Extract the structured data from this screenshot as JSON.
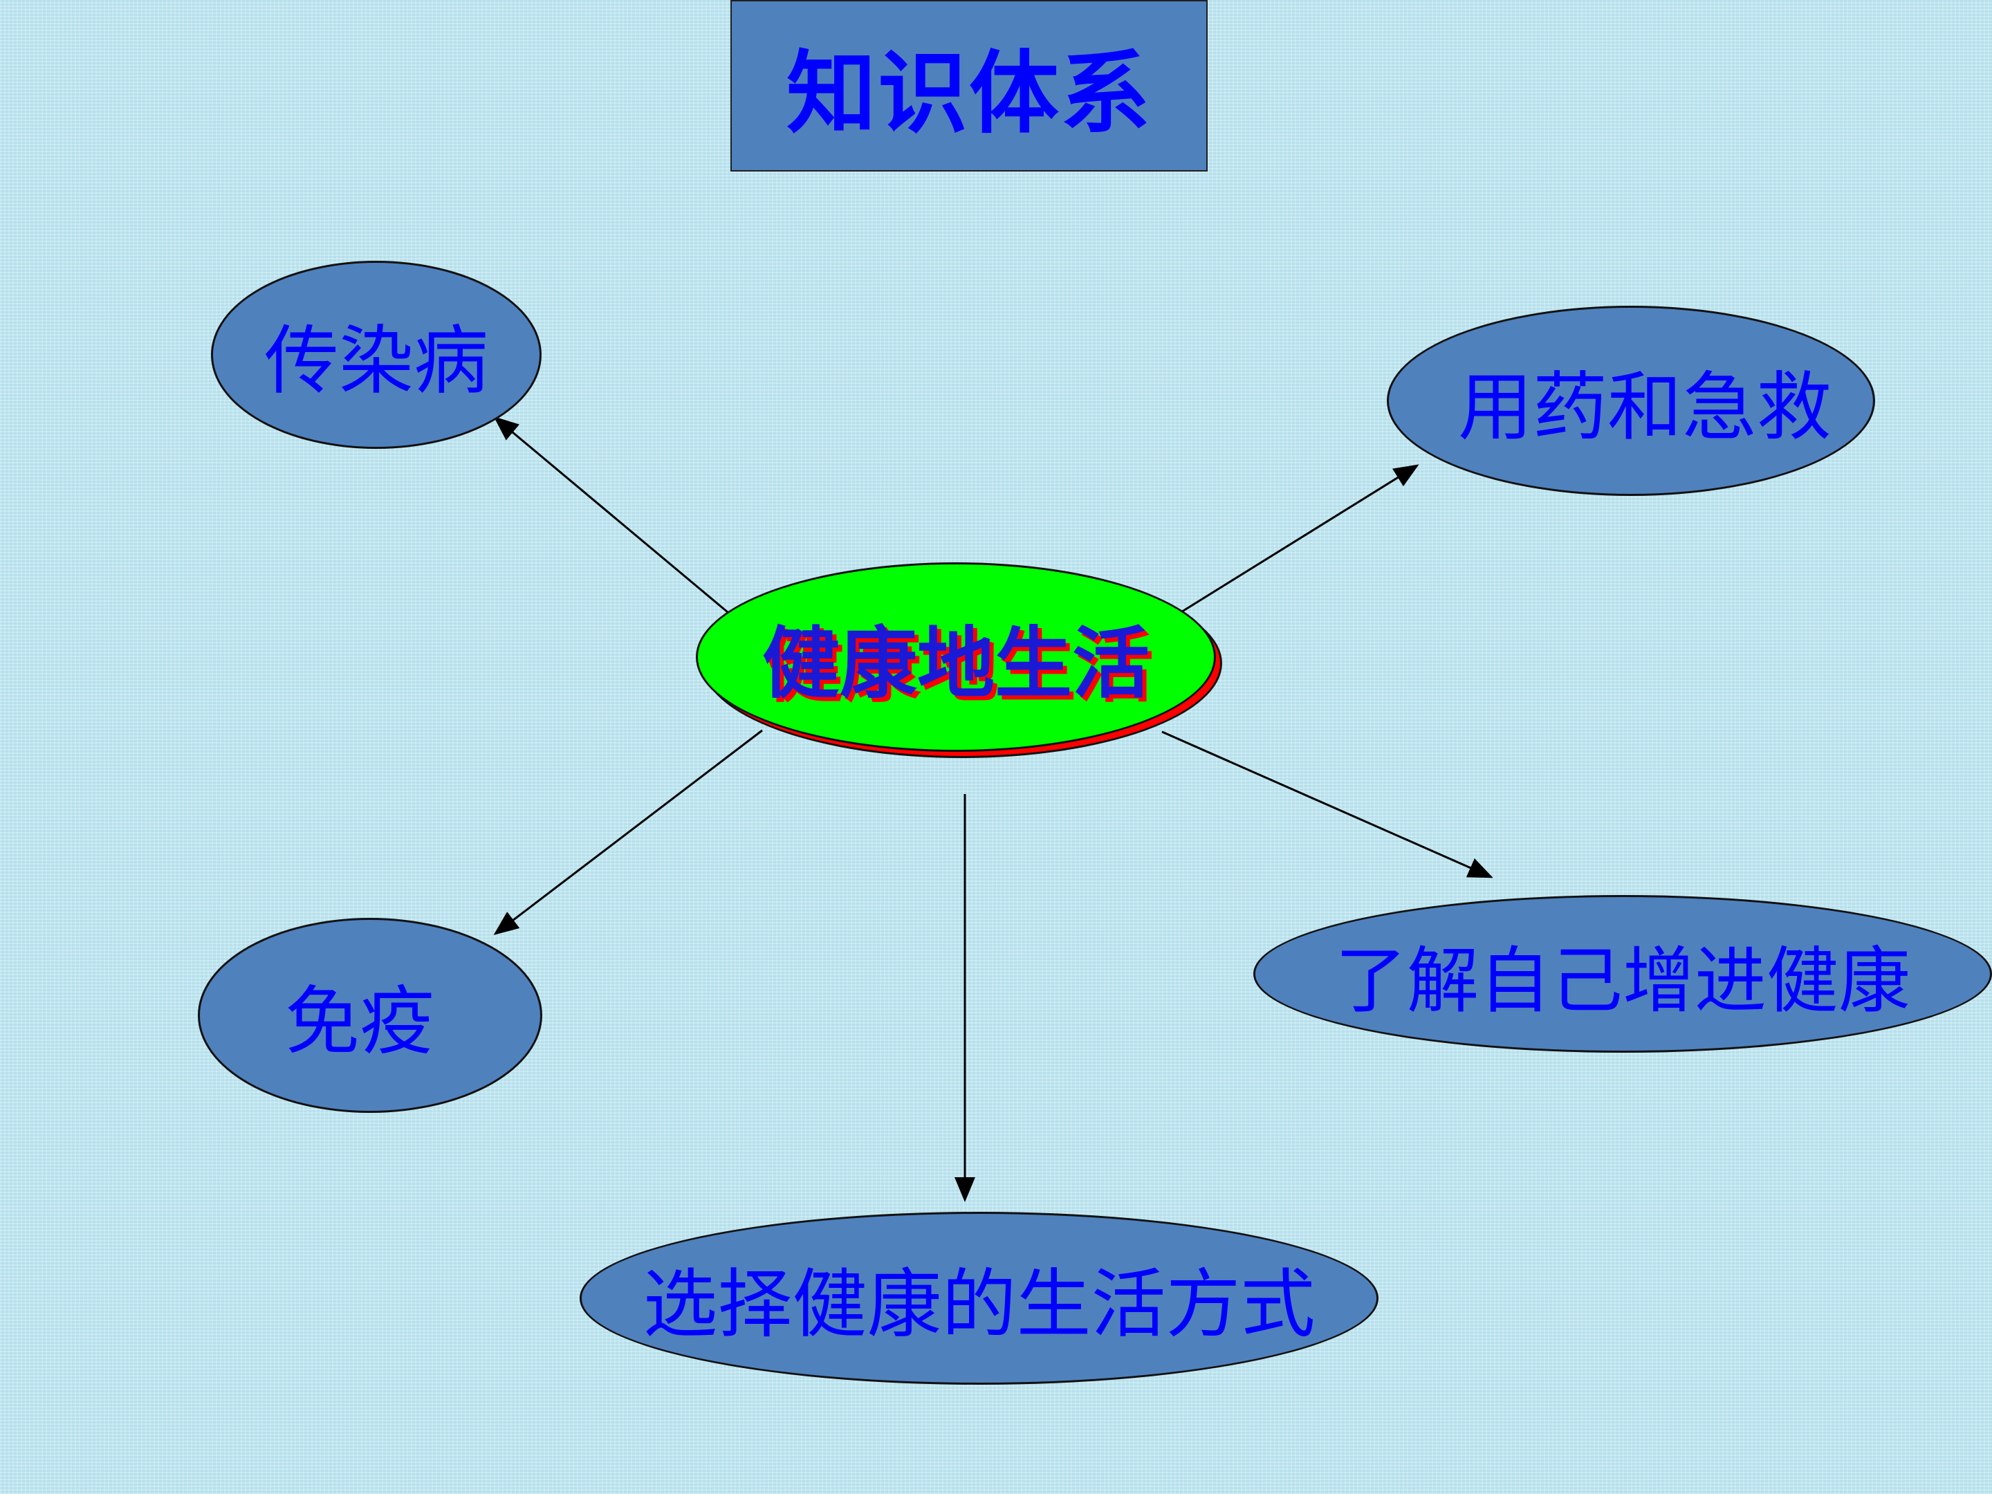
{
  "title": "知识体系",
  "center": {
    "label": "健康地生活"
  },
  "nodes": {
    "infectious_disease": "传染病",
    "medicine_first_aid": "用药和急救",
    "immunity": "免疫",
    "know_yourself": "了解自己增进健康",
    "healthy_lifestyle": "选择健康的生活方式"
  },
  "colors": {
    "background": "#bfe6f1",
    "node_fill": "#4f81bd",
    "center_fill": "#00ff00",
    "center_shadow": "#ff0000",
    "text": "#0000ff"
  }
}
